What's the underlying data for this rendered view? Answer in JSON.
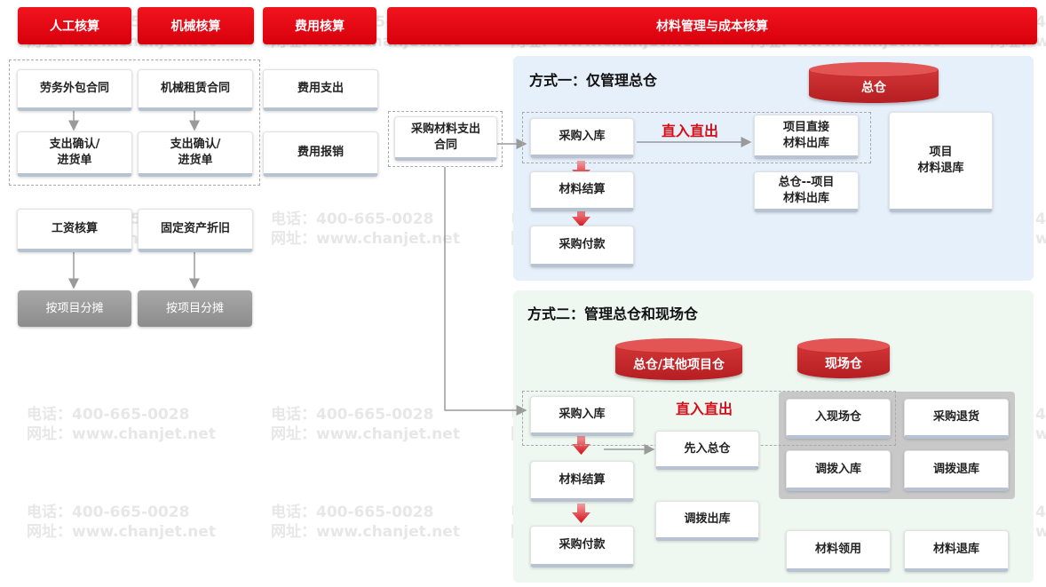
{
  "headers": {
    "labor": "人工核算",
    "machinery": "机械核算",
    "expense": "费用核算",
    "material": "材料管理与成本核算"
  },
  "left": {
    "labor_contract": "劳务外包合同",
    "labor_confirm": "支出确认/\n进货单",
    "machine_contract": "机械租赁合同",
    "machine_confirm": "支出确认/\n进货单",
    "expense_pay": "费用支出",
    "expense_reimburse": "费用报销",
    "salary": "工资核算",
    "depreciation": "固定资产折旧",
    "alloc_labor": "按项目分摊",
    "alloc_machine": "按项目分摊"
  },
  "purchase_contract": "采购材料支出\n合同",
  "mode1": {
    "title": "方式一：仅管理总仓",
    "warehouse": "总仓",
    "direct_label": "直入直出",
    "purchase_in": "采购入库",
    "project_direct_out": "项目直接\n材料出库",
    "project_return": "项目\n材料退库",
    "settlement": "材料结算",
    "hq_project_out": "总仓--项目\n材料出库",
    "payment": "采购付款"
  },
  "mode2": {
    "title": "方式二：管理总仓和现场仓",
    "warehouse_hq": "总仓/其他项目仓",
    "warehouse_site": "现场仓",
    "direct_label": "直入直出",
    "purchase_in": "采购入库",
    "first_hq": "先入总仓",
    "settlement": "材料结算",
    "transfer_out": "调拨出库",
    "payment": "采购付款",
    "site_in": "入现场仓",
    "purchase_return": "采购退货",
    "transfer_in": "调拨入库",
    "transfer_return": "调拨退库",
    "material_use": "材料领用",
    "material_return": "材料退库"
  },
  "watermark": {
    "phone": "电话：400-665-0028",
    "site": "网址：www.chanjet.net"
  },
  "colors": {
    "header_red": "#e0000f",
    "title_red": "#d40f1a",
    "panel1_bg": "#e6f0fb",
    "panel2_bg": "#eef7f0",
    "gray_btn": "#999999"
  }
}
